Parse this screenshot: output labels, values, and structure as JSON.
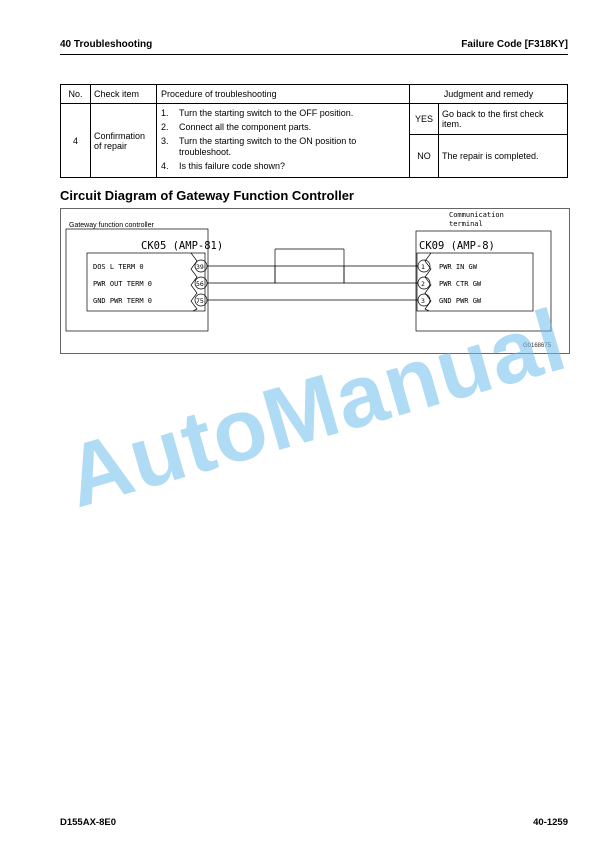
{
  "header": {
    "left": "40 Troubleshooting",
    "right": "Failure Code [F318KY]"
  },
  "table": {
    "headers": {
      "no": "No.",
      "check": "Check item",
      "procedure": "Procedure of troubleshooting",
      "judgment": "Judgment and remedy"
    },
    "row": {
      "no": "4",
      "check": "Confirmation of repair",
      "steps": [
        {
          "num": "1.",
          "text": "Turn the starting switch to the OFF position."
        },
        {
          "num": "2.",
          "text": "Connect all the component parts."
        },
        {
          "num": "3.",
          "text": "Turn the starting switch to the ON position to troubleshoot."
        },
        {
          "num": "4.",
          "text": "Is this failure code shown?"
        }
      ],
      "yes": {
        "label": "YES",
        "remedy": "Go back to the first check item."
      },
      "no_ans": {
        "label": "NO",
        "remedy": "The repair is completed."
      }
    }
  },
  "section_title": "Circuit Diagram of Gateway Function Controller",
  "diagram": {
    "left_box_label": "Gateway function controller",
    "left_connector": "CK05 (AMP-81)",
    "left_pins": [
      {
        "name": "DOS L TERM 0",
        "pin": "39"
      },
      {
        "name": "PWR OUT TERM 0",
        "pin": "56"
      },
      {
        "name": "GND PWR TERM 0",
        "pin": "75"
      }
    ],
    "right_box_label_1": "Communication",
    "right_box_label_2": "terminal",
    "right_connector": "CK09 (AMP-8)",
    "right_pins": [
      {
        "pin": "1",
        "name": "PWR IN GW"
      },
      {
        "pin": "2",
        "name": "PWR CTR GW"
      },
      {
        "pin": "3",
        "name": "GND PWR GW"
      }
    ],
    "figure_code": "G0168675"
  },
  "watermark": "AutoManual",
  "footer": {
    "left": "D155AX-8E0",
    "right": "40-1259"
  }
}
